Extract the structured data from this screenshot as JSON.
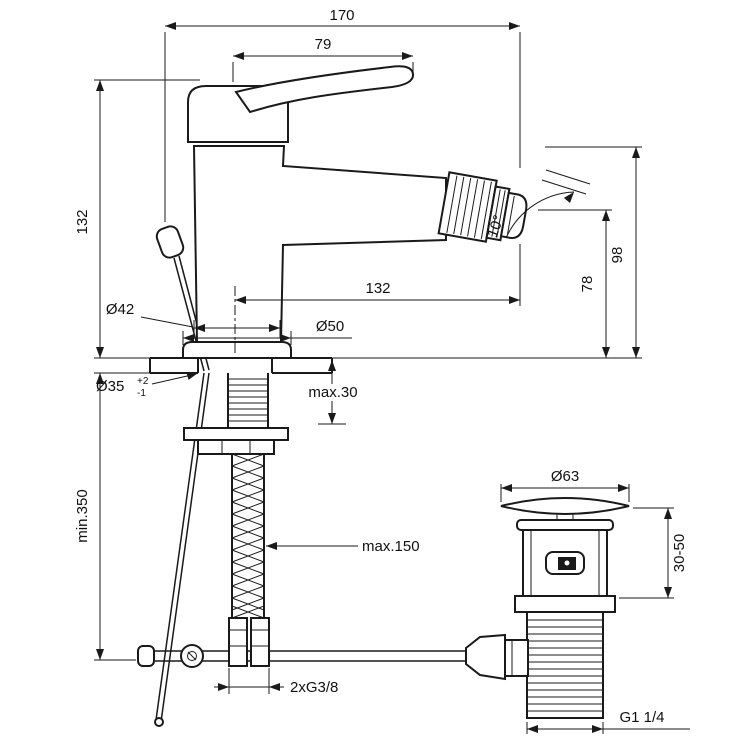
{
  "dims": {
    "total_width": "170",
    "handle_length": "79",
    "height_above_deck": "132",
    "min_clearance": "min.350",
    "spout_reach": "132",
    "body_diameter": "Ø42",
    "base_diameter": "Ø50",
    "hole_diameter": "Ø35",
    "hole_tolerance_plus": "+2",
    "hole_tolerance_minus": "-1",
    "max_deck_thickness": "max.30",
    "aerator_angle": "10°",
    "outlet_height_above_deck": "78",
    "spout_height_above_deck": "98",
    "max_hose_projection": "max.150",
    "supply_connection_thread": "2xG3/8",
    "waste_flange_diameter": "Ø63",
    "waste_adjustment_range": "30-50",
    "waste_connection_thread": "G1 1/4"
  }
}
